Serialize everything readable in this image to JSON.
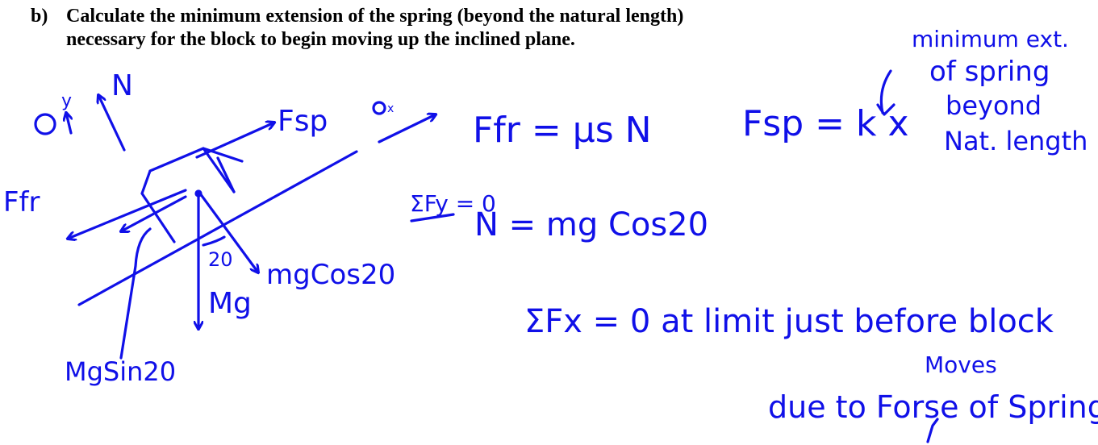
{
  "question": {
    "part": "b)",
    "line1": "Calculate the minimum extension of the spring (beyond the natural length)",
    "line2": "necessary for the block to begin moving up the inclined plane."
  },
  "colors": {
    "ink": "#1010e8",
    "print": "#000000",
    "background": "#ffffff"
  },
  "diagram": {
    "axis_y": "y",
    "axis_x": "x",
    "normal": "N",
    "spring_force": "Fsp",
    "friction": "Ffr",
    "weight": "Mg",
    "weight_parallel": "MgSin20",
    "weight_perp": "mgCos20",
    "angle": "20"
  },
  "notes": {
    "friction_eq": "Ffr = μs N",
    "spring_eq": "Fsp = k x",
    "spring_note": [
      "minimum ext.",
      "of spring",
      "beyond",
      "Nat. length"
    ],
    "sum_fy_label": "ΣFy = 0",
    "normal_eq": "N = mg Cos20",
    "sum_fx": "ΣFx = 0   at limit just before block",
    "moves": "Moves",
    "due_to": "due to  Forse of Spring"
  }
}
